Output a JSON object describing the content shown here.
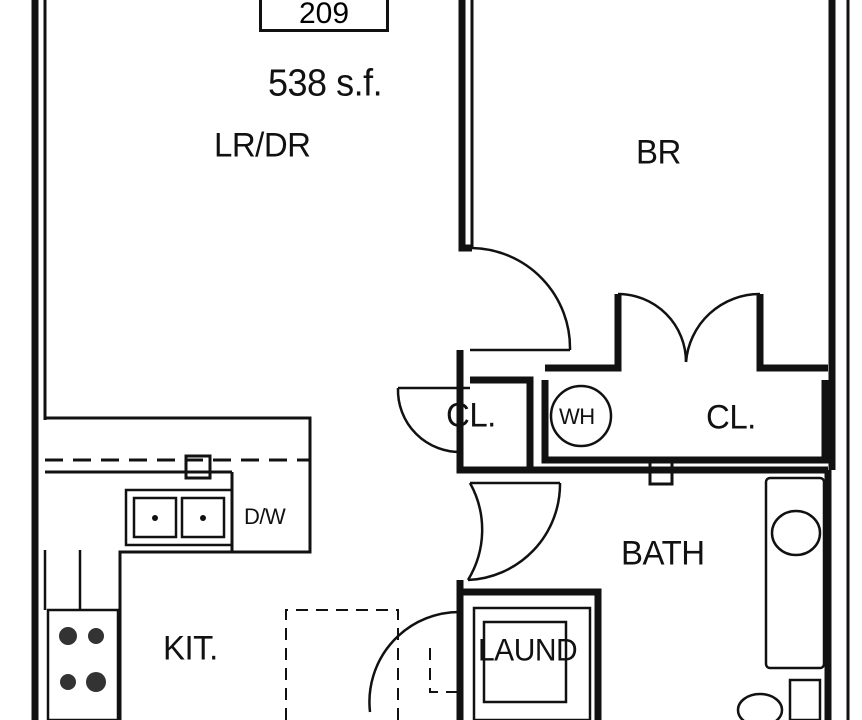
{
  "unit": {
    "number": "209",
    "area": "538 s.f."
  },
  "rooms": {
    "living_dining": "LR/DR",
    "bedroom": "BR",
    "closet_hall": "CL.",
    "closet_bedroom": "CL.",
    "water_heater": "WH",
    "bathroom": "BATH",
    "kitchen": "KIT.",
    "laundry": "LAUND",
    "dishwasher": "D/W"
  }
}
